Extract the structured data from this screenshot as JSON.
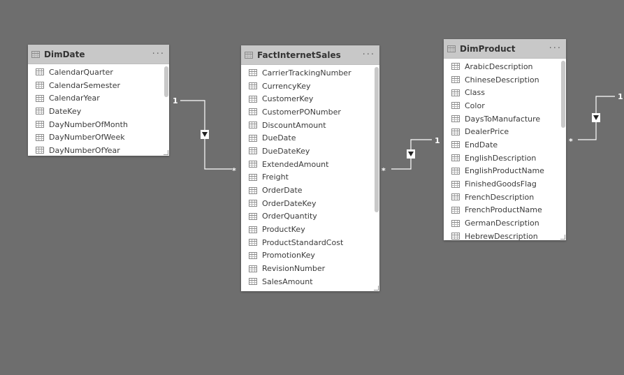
{
  "tables": [
    {
      "id": "dimdate",
      "title": "DimDate",
      "more": "···",
      "fields": [
        "CalendarQuarter",
        "CalendarSemester",
        "CalendarYear",
        "DateKey",
        "DayNumberOfMonth",
        "DayNumberOfWeek",
        "DayNumberOfYear"
      ]
    },
    {
      "id": "factinternetsales",
      "title": "FactInternetSales",
      "more": "···",
      "fields": [
        "CarrierTrackingNumber",
        "CurrencyKey",
        "CustomerKey",
        "CustomerPONumber",
        "DiscountAmount",
        "DueDate",
        "DueDateKey",
        "ExtendedAmount",
        "Freight",
        "OrderDate",
        "OrderDateKey",
        "OrderQuantity",
        "ProductKey",
        "ProductStandardCost",
        "PromotionKey",
        "RevisionNumber",
        "SalesAmount"
      ]
    },
    {
      "id": "dimproduct",
      "title": "DimProduct",
      "more": "···",
      "fields": [
        "ArabicDescription",
        "ChineseDescription",
        "Class",
        "Color",
        "DaysToManufacture",
        "DealerPrice",
        "EndDate",
        "EnglishDescription",
        "EnglishProductName",
        "FinishedGoodsFlag",
        "FrenchDescription",
        "FrenchProductName",
        "GermanDescription",
        "HebrewDescription"
      ]
    }
  ],
  "relationships": [
    {
      "from": "dimdate",
      "to": "factinternetsales",
      "one_label": "1",
      "many_label": "*",
      "direction": "▼"
    },
    {
      "from": "dimproduct",
      "to": "factinternetsales",
      "one_label": "1",
      "many_label": "*",
      "direction": "▼"
    },
    {
      "from": "offscreen",
      "to": "dimproduct",
      "one_label": "1",
      "many_label": "*",
      "direction": "▼"
    }
  ],
  "colors": {
    "canvas": "#6e6e6e",
    "header": "#c8c8c8",
    "line": "#ffffff"
  }
}
